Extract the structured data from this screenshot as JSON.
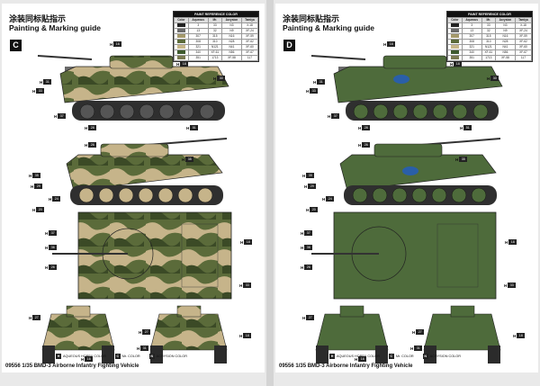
{
  "sheets": [
    {
      "id": "C",
      "header_cn": "涂装同标贴指示",
      "header_en": "Painting & Marking guide",
      "footer": "09556 1/35 BMD-3 Airborne Infantry Fighting Vehicle",
      "callouts": [
        "16",
        "18",
        "30",
        "31",
        "33",
        "37",
        "28",
        "51",
        "26",
        "35",
        "35",
        "29",
        "24",
        "20",
        "37",
        "36",
        "26",
        "18",
        "33",
        "27",
        "27",
        "18",
        "31",
        "16"
      ]
    },
    {
      "id": "D",
      "header_cn": "涂装同标贴指示",
      "header_en": "Painting & Marking guide",
      "footer": "09556 1/35 BMD-3 Airborne Infantry Fighting Vehicle",
      "callouts": [
        "16",
        "18",
        "30",
        "31",
        "33",
        "37",
        "28",
        "51",
        "26",
        "35",
        "35",
        "29",
        "24",
        "20",
        "37",
        "36",
        "26",
        "18",
        "33",
        "27",
        "27",
        "18",
        "31",
        "16"
      ]
    }
  ],
  "paint_table": {
    "title": "PAINT REFERENCE COLOR",
    "headers": [
      "Color",
      "Aqueous",
      "Mr.",
      "Acrysion",
      "Tamiya"
    ],
    "rows": [
      {
        "color_hex": "#222222",
        "vals": [
          "3",
          "33",
          "N3",
          "X-18"
        ]
      },
      {
        "color_hex": "#6a6a6a",
        "vals": [
          "13",
          "32",
          "N9",
          "XF-24"
        ]
      },
      {
        "color_hex": "#a59a6d",
        "vals": [
          "307",
          "315",
          "N16",
          "XF-59"
        ]
      },
      {
        "color_hex": "#5c6b3a",
        "vals": [
          "308",
          "310",
          "N28",
          "XF-62"
        ]
      },
      {
        "color_hex": "#c8b88a",
        "vals": [
          "321",
          "N121",
          "N41",
          "XF-60"
        ]
      },
      {
        "color_hex": "#3e5a2e",
        "vals": [
          "340",
          "XF-61",
          "N56",
          "XF-67"
        ]
      },
      {
        "color_hex": "#7a7a52",
        "vals": [
          "351",
          "1713",
          "XF-58",
          "117"
        ]
      }
    ]
  },
  "legend": {
    "aqueous": "AQUEOUS HOBBY COLOR",
    "mr": "Mr. COLOR",
    "acrysion": "ACRYSION COLOR",
    "h_symbol": "H",
    "c_symbol": "C",
    "n_symbol": "N"
  },
  "colors": {
    "camo_green": "#5b6b3a",
    "camo_tan": "#c6b48a",
    "camo_dark": "#3b4a26",
    "green_solid": "#4e6b3b"
  }
}
